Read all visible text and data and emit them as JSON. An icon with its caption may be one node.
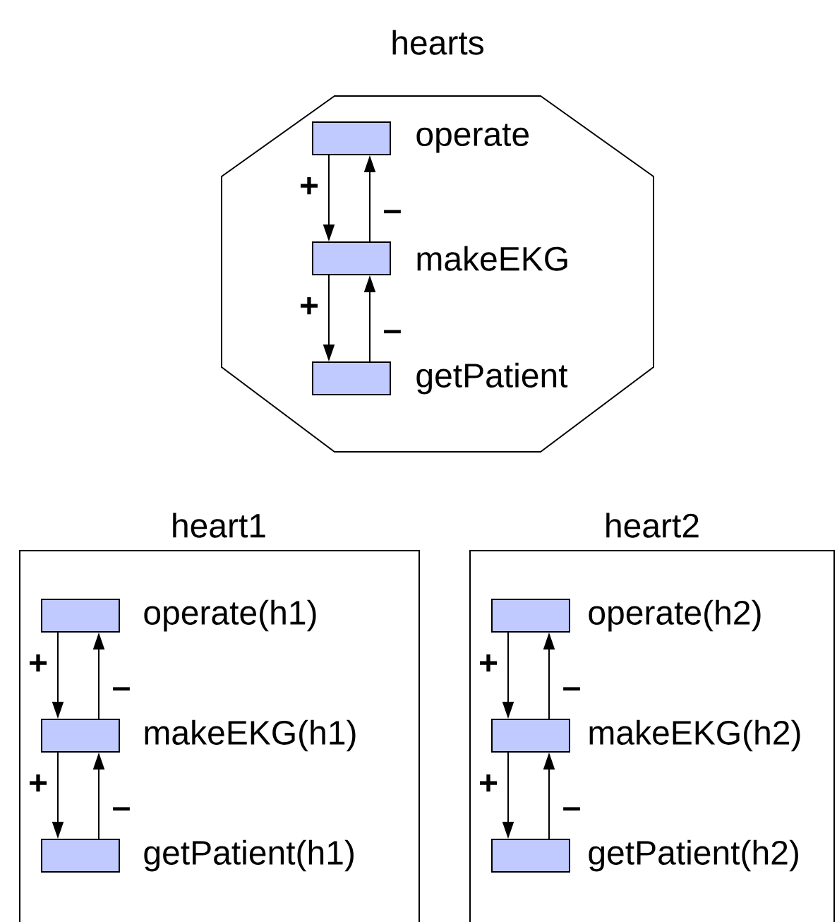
{
  "diagram": {
    "nodes": [
      {
        "text": [
          "hearts"
        ]
      },
      {
        "text": [],
        "shape": "box",
        "beside": [
          "operate"
        ],
        "in": 0
      },
      {
        "text": [],
        "shape": "box",
        "beside": [
          "makeEKG"
        ],
        "in": 0
      },
      {
        "text": [],
        "shape": "box",
        "beside": [
          "getPatient"
        ],
        "in": 0
      },
      {
        "text": [
          "heart1"
        ]
      },
      {
        "text": [],
        "shape": "box",
        "beside": [
          "operate(h1)"
        ],
        "in": 4
      },
      {
        "text": [],
        "shape": "box",
        "beside": [
          "makeEKG(h1)"
        ],
        "in": 4
      },
      {
        "text": [],
        "shape": "box",
        "beside": [
          "getPatient(h1)"
        ],
        "in": 4
      },
      {
        "text": [
          "heart2"
        ]
      },
      {
        "text": [],
        "shape": "box",
        "beside": [
          "operate(h2)"
        ],
        "in": 8
      },
      {
        "text": [],
        "shape": "box",
        "beside": [
          "makeEKG(h2)"
        ],
        "in": 8
      },
      {
        "text": [],
        "shape": "box",
        "beside": [
          "getPatient(h2)"
        ],
        "in": 8
      }
    ],
    "edges": [
      {
        "from": 1,
        "to": 2,
        "arrow": "to",
        "label": "+"
      },
      {
        "from": 2,
        "to": 1,
        "arrow": "to",
        "label": "–"
      },
      {
        "from": 2,
        "to": 3,
        "arrow": "to",
        "label": "+"
      },
      {
        "from": 3,
        "to": 2,
        "arrow": "to",
        "label": "–"
      },
      {
        "from": 5,
        "to": 6,
        "arrow": "to",
        "label": "+"
      },
      {
        "from": 6,
        "to": 5,
        "arrow": "to",
        "label": "–"
      },
      {
        "from": 6,
        "to": 7,
        "arrow": "to",
        "label": "+"
      },
      {
        "from": 7,
        "to": 6,
        "arrow": "to",
        "label": "–"
      },
      {
        "from": 9,
        "to": 10,
        "arrow": "to",
        "label": "+"
      },
      {
        "from": 10,
        "to": 9,
        "arrow": "to",
        "label": "–"
      },
      {
        "from": 10,
        "to": 11,
        "arrow": "to",
        "label": "+"
      },
      {
        "from": 11,
        "to": 10,
        "arrow": "to",
        "label": "–"
      }
    ]
  }
}
